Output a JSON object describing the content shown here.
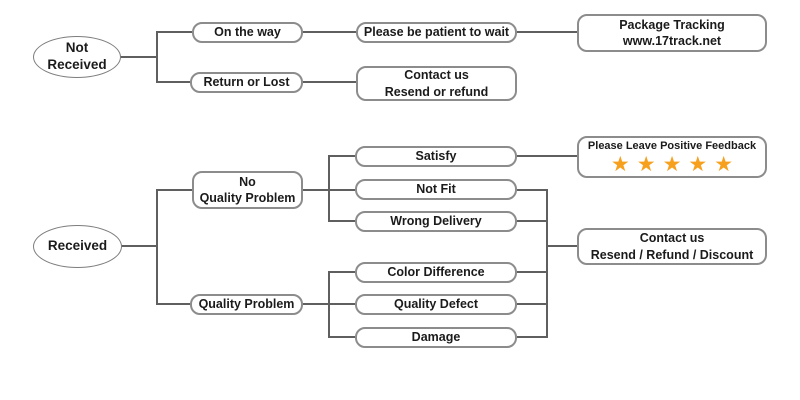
{
  "colors": {
    "star": "#F6A01E",
    "line": "#5F5F5F",
    "node_border": "#8C8C8C",
    "text": "#1B1B1B"
  },
  "nodes": {
    "not_received": {
      "line1": "Not",
      "line2": "Received"
    },
    "received": {
      "label": "Received"
    },
    "on_the_way": {
      "label": "On the way"
    },
    "be_patient": {
      "label": "Please be patient to wait"
    },
    "package_tracking": {
      "line1": "Package Tracking",
      "line2": "www.17track.net"
    },
    "return_or_lost": {
      "label": "Return or Lost"
    },
    "contact_resend_or_refund": {
      "line1": "Contact us",
      "line2": "Resend or refund"
    },
    "no_quality_problem": {
      "line1": "No",
      "line2": "Quality Problem"
    },
    "satisfy": {
      "label": "Satisfy"
    },
    "positive_feedback": {
      "label": "Please Leave Positive Feedback",
      "stars": "★★★★★",
      "star_count": 5
    },
    "not_fit": {
      "label": "Not Fit"
    },
    "wrong_delivery": {
      "label": "Wrong Delivery"
    },
    "quality_problem": {
      "label": "Quality Problem"
    },
    "color_difference": {
      "label": "Color Difference"
    },
    "quality_defect": {
      "label": "Quality Defect"
    },
    "damage": {
      "label": "Damage"
    },
    "contact_resend_refund_discount": {
      "line1": "Contact us",
      "line2": "Resend / Refund / Discount"
    }
  }
}
